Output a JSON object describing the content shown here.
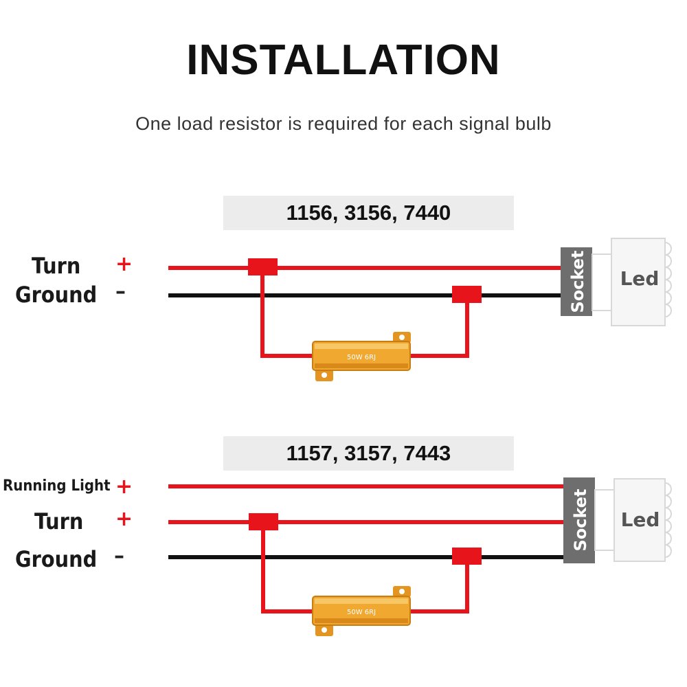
{
  "title": "INSTALLATION",
  "subtitle": "One load resistor is required for each signal bulb",
  "colors": {
    "positive_wire": "#e8141c",
    "ground_wire": "#111111",
    "socket": "#6e6e6e",
    "resistor": "#f0a830",
    "band": "#ececec"
  },
  "diagrams": [
    {
      "bulb_types": "1156, 3156, 7440",
      "lines": [
        {
          "label": "Turn",
          "sign": "+"
        },
        {
          "label": "Ground",
          "sign": "–"
        }
      ],
      "resistor_text": "50W 6RJ",
      "socket_label": "Socket",
      "led_label": "Led"
    },
    {
      "bulb_types": "1157, 3157, 7443",
      "lines": [
        {
          "label": "Running Light",
          "sign": "+"
        },
        {
          "label": "Turn",
          "sign": "+"
        },
        {
          "label": "Ground",
          "sign": "–"
        }
      ],
      "resistor_text": "50W 6RJ",
      "socket_label": "Socket",
      "led_label": "Led"
    }
  ]
}
